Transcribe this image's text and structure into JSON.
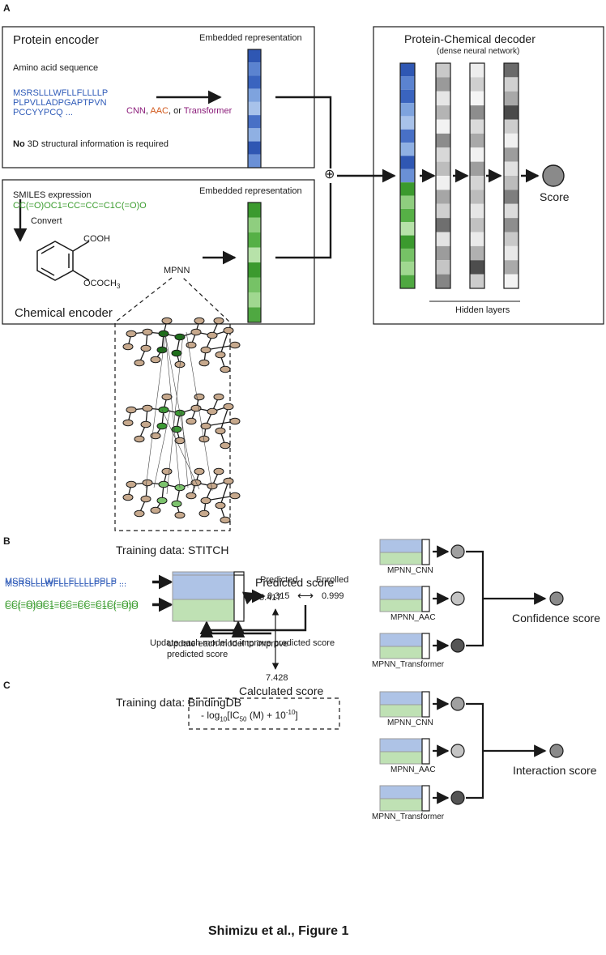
{
  "colors": {
    "protein_blue": "#2f5bb8",
    "chemical_green": "#3a9c2e",
    "cnn_purple": "#8b1c7a",
    "aac_orange": "#d1581b",
    "stroke": "#1a1a1a"
  },
  "panel_a": {
    "letter": "A",
    "protein_encoder": {
      "title": "Protein encoder",
      "embedded_label": "Embedded representation",
      "seq_label": "Amino acid sequence",
      "seq_lines": [
        "MSRSLLLWFLLFLLLLP",
        "PLPVLLADPGAPTPVN",
        "PCCYYPCQ ..."
      ],
      "method_cnn": "CNN",
      "method_sep1": ", ",
      "method_aac": "AAC",
      "method_sep2": ", or ",
      "method_transformer": "Transformer",
      "note_bold": "No",
      "note_rest": " 3D structural information is required"
    },
    "chemical_encoder": {
      "title": "Chemical encoder",
      "embedded_label": "Embedded representation",
      "smiles_label": "SMILES expression",
      "smiles": "CC(=O)OC1=CC=CC=C1C(=O)O",
      "convert_label": "Convert",
      "cooh_label": "COOH",
      "ococh3_main": "OCOCH",
      "ococh3_sub": "3",
      "mpnn_label": "MPNN"
    },
    "combine_symbol": "⊕",
    "decoder": {
      "title": "Protein-Chemical decoder",
      "subtitle": "(dense neural network)",
      "score_label": "Score",
      "hidden_layers_label": "Hidden layers"
    }
  },
  "panel_b": {
    "letter": "B",
    "training_title": "Training data: STITCH",
    "protein_seq": "MSRSLLLWFLLFLLLLPPLP ...",
    "smiles": "CC(=O)OC1=CC=CC=C1C(=O)O",
    "predicted_label": "Predicted",
    "enrolled_label": "Enrolled",
    "predicted_value": "0.315",
    "arrow_symbol": "⟷",
    "enrolled_value": "0.999",
    "update_text": "Update each model to improve predicted score",
    "models": [
      "MPNN_CNN",
      "MPNN_AAC",
      "MPNN_Transformer"
    ],
    "result_label": "Confidence score"
  },
  "panel_c": {
    "letter": "C",
    "training_title": "Training data: BindingDB",
    "protein_seq": "MSRSLLLWFLLFLLLLPPLP ...",
    "smiles": "CC(=O)OC1=CC=CC=C1C(=O)O",
    "predicted_label": "Predicted score",
    "predicted_value": "5.417",
    "update_text_line1": "Update each model to improve",
    "update_text_line2": "predicted score",
    "calculated_value": "7.428",
    "calculated_label": "Calculated score",
    "formula": {
      "p1": "- log",
      "s1": "10",
      "p2": "[IC",
      "s2": "50",
      "p3": " (M) + 10",
      "s3": "-10",
      "p4": "]"
    },
    "models": [
      "MPNN_CNN",
      "MPNN_AAC",
      "MPNN_Transformer"
    ],
    "result_label": "Interaction score"
  },
  "footer": "Shimizu et al., Figure 1"
}
